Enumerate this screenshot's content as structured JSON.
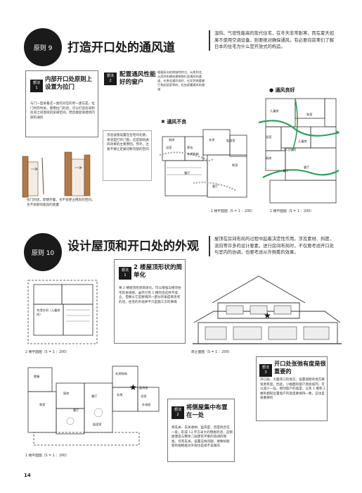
{
  "section9": {
    "badge": "原则 9",
    "title": "打造开口处的通风道",
    "intro": "湿热、气密性能高的现代住宅，在冬天非常耐寒，而在夏天如果不使用空调设备，则要绝对确保通风。有必要向前辈们了解日本的住宅为什么是开放式的构造。",
    "idea1": {
      "tag": "想法\n1",
      "title": "内部开口处原则上设置为拉门",
      "body": "与门一直关着这一类的对应的另一类忘是，拉门时开时关。使用拉门的话，可以打造房间和房间之间连续的宽阔空间。而且能促进建筑内部的通风",
      "caption": "拉门的话，即使开着，也不会使占用房的空间。也不会影响家具的放置"
    },
    "idea2": {
      "tag": "想法\n2",
      "title": "配置通风性能好的窗户",
      "body": "根据风向的地域性特点，从南到北、从西到东横穿建筑物打造通风的通道，在南北通风良好，在北到南要餐厅和起居室等的，优先部署通风的通道"
    },
    "note": "洗浴设施设置在住宅的北侧，将浴室打开门窗，这是影响通风效果的主要原因。另外，注意不要让走廊切断内部的空间",
    "bad_label": "通风不良",
    "good_label": "通风良好",
    "plan1_caption": "1 楼平面图（S = 1 ：200）",
    "plan2_caption": "2 楼平面图（S = 1 ：200）",
    "plan1_rooms": [
      "厨房",
      "浴室",
      "更衣",
      "玄关",
      "起居室",
      "和室",
      "餐厅",
      "客厅",
      "玄关收纳"
    ],
    "plan2_rooms": [
      "儿童房",
      "儿童房",
      "学习空间",
      "客厅",
      "厨房",
      "浴室",
      "餐厅",
      "和室"
    ]
  },
  "section10": {
    "badge": "原则 10",
    "title": "设计屋顶和开口处的外观",
    "intro": "屋顶在房间布局的过程中起着决定性作用。涉及素材、斜度、流向等许多的设计要素。进行房间布局时，不仅要考虑开口处与室内的协调，也要考虑从外侧看的效果。",
    "idea1": {
      "tag": "想法\n1",
      "title": "2 楼屋顶形状的简单化",
      "body": "将 2 楼屋顶形状简单化，可以增强与相邻住宅的协调感。虽然只有 1 楼的话这并不成立，但要从它是要增的一部分的角度来思考的话，住宅的外观并不只是施工方的事情"
    },
    "idea2": {
      "tag": "想法\n2",
      "title": "将侧屋集中布置在一处",
      "body": "将玄关、玄关收纳、盥洗室、浴室统合在一处，形成 13 平方米大的侧屋的话，这侧屋便是与整体二层建筑平衡的宽阔的侧屋。仅有玄关，设置这样问题，要要好能使的规格能对外观也是很不美观的"
    },
    "idea3": {
      "tag": "想法\n3",
      "title": "开口处张弛有度是很重要的",
      "body": "开口处，大面开口的地方、设置墙壁的地方要张弛有度。因此，小幅面的窗户连续排列，可以减少一些。相邻窗户的高度，以及 1 楼和 2 楼的相同位置窗户的宽度要保持一致，这也是很重要的"
    },
    "plan2f_caption": "2 楼平面图（S = 1 ：200）",
    "elev_caption": "南立面图（S = 1 ：200）",
    "plan1f_caption": "1 楼平面图（S = 1 ：200）",
    "plan2f_rooms": [
      "共用空间（儿童房间）"
    ],
    "plan1f_rooms": [
      "壁橱",
      "和室",
      "客厅",
      "厨房",
      "餐厅",
      "起居室",
      "玄关收纳",
      "玄关",
      "盥洗室",
      "浴室",
      "外观柜"
    ]
  },
  "page_number": "14"
}
